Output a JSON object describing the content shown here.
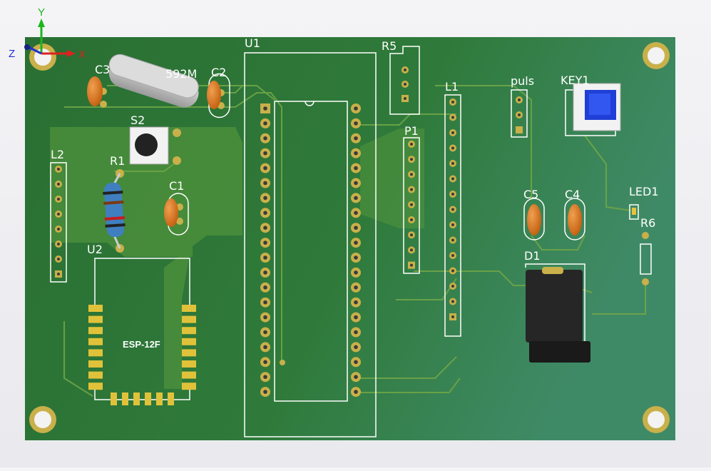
{
  "axes": {
    "y": "Y",
    "x": "X",
    "z": "Z"
  },
  "labels": {
    "u1": "U1",
    "r5": "R5",
    "l1": "L1",
    "p1": "P1",
    "l2": "L2",
    "r1": "R1",
    "u2": "U2",
    "c3": "C3",
    "c2": "C2",
    "c1": "C1",
    "s2": "S2",
    "crystal": "592M",
    "puls": "puls",
    "key1": "KEY1",
    "led1": "LED1",
    "r6": "R6",
    "c5": "C5",
    "c4": "C4",
    "d1": "D1",
    "esp": "ESP-12F"
  },
  "colors": {
    "board": "#2f7a3a",
    "board_light": "#4a9a55",
    "copper": "#c9b04a",
    "silkscreen": "#ffffff",
    "capacitor": "#d9781f",
    "key_cap": "#1f3fd6",
    "background": "#efeff3"
  }
}
